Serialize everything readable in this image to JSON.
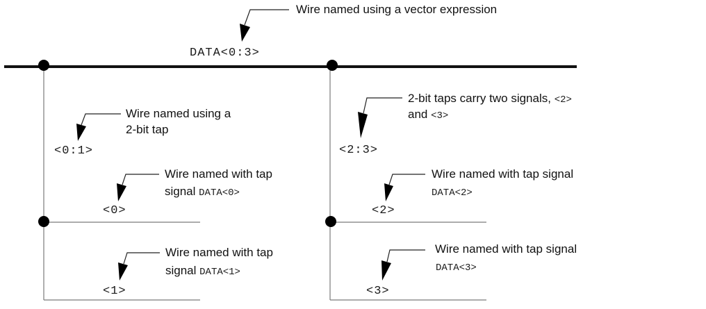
{
  "bus": {
    "label": "DATA<0:3>",
    "callout": "Wire named using a vector expression"
  },
  "left_branch": {
    "tap_label": "<0:1>",
    "tap_callout": [
      "Wire named using a",
      "2-bit tap"
    ],
    "sub_taps": [
      {
        "label": "<0>",
        "callout_line1": "Wire named with tap",
        "callout_line2_prefix": "signal ",
        "callout_line2_code": "DATA<0>"
      },
      {
        "label": "<1>",
        "callout_line1": "Wire named with tap",
        "callout_line2_prefix": "signal ",
        "callout_line2_code": "DATA<1>"
      }
    ]
  },
  "right_branch": {
    "tap_label": "<2:3>",
    "tap_callout_line1_text": "2-bit taps carry two signals, ",
    "tap_callout_line1_code": "<2>",
    "tap_callout_line2_text": "and ",
    "tap_callout_line2_code": "<3>",
    "sub_taps": [
      {
        "label": "<2>",
        "callout_line1": "Wire named with tap signal",
        "callout_line2_code": "DATA<2>"
      },
      {
        "label": "<3>",
        "callout_line1": "Wire named with tap signal",
        "callout_line2_code": "DATA<3>"
      }
    ]
  }
}
